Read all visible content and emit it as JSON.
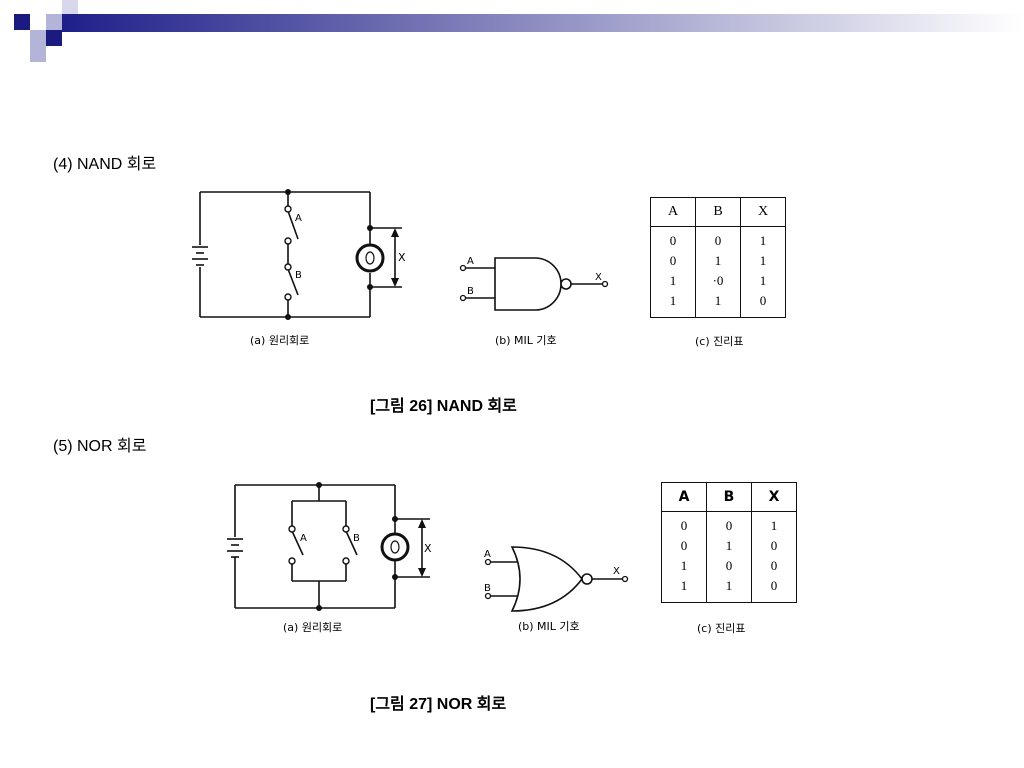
{
  "colors": {
    "header_start": "#1f1f8a",
    "header_end": "#ffffff",
    "square_dark": "#1a1a80",
    "square_light": "#b4b4d8"
  },
  "nand": {
    "heading": "(4) NAND 회로",
    "caption": "[그림 26] NAND 회로",
    "circuit": {
      "switch_a": "A",
      "switch_b": "B",
      "lamp_label": "X",
      "sublabel": "(a) 원리회로"
    },
    "symbol": {
      "input_a": "A",
      "input_b": "B",
      "output": "X",
      "sublabel": "(b) MIL 기호"
    },
    "truth_table": {
      "headers": [
        "A",
        "B",
        "X"
      ],
      "rows": [
        [
          "0",
          "0",
          "1"
        ],
        [
          "0",
          "1",
          "1"
        ],
        [
          "1",
          "·0",
          "1"
        ],
        [
          "1",
          "1",
          "0"
        ]
      ],
      "sublabel": "(c) 진리표"
    }
  },
  "nor": {
    "heading": "(5) NOR 회로",
    "caption": "[그림 27] NOR 회로",
    "circuit": {
      "switch_a": "A",
      "switch_b": "B",
      "lamp_label": "X",
      "sublabel": "(a) 원리회로"
    },
    "symbol": {
      "input_a": "A",
      "input_b": "B",
      "output": "X",
      "sublabel": "(b) MIL 기호"
    },
    "truth_table": {
      "headers": [
        "A",
        "B",
        "X"
      ],
      "rows": [
        [
          "0",
          "0",
          "1"
        ],
        [
          "0",
          "1",
          "0"
        ],
        [
          "1",
          "0",
          "0"
        ],
        [
          "1",
          "1",
          "0"
        ]
      ],
      "sublabel": "(c) 진리표"
    }
  }
}
